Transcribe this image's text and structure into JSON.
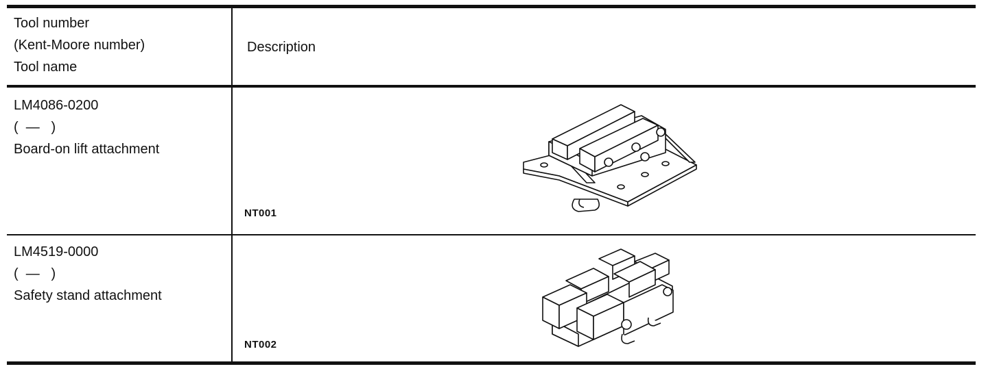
{
  "table": {
    "header": {
      "col1_lines": [
        "Tool number",
        "(Kent-Moore number)",
        "Tool name"
      ],
      "col2": "Description"
    },
    "rows": [
      {
        "tool_number": "LM4086-0200",
        "kent_moore": "(  —   )",
        "tool_name": "Board-on lift attachment",
        "figure_code": "NT001",
        "figure_icon": "lift-attachment-illustration"
      },
      {
        "tool_number": "LM4519-0000",
        "kent_moore": "(  —   )",
        "tool_name": "Safety stand attachment",
        "figure_code": "NT002",
        "figure_icon": "stand-attachment-illustration"
      }
    ]
  }
}
